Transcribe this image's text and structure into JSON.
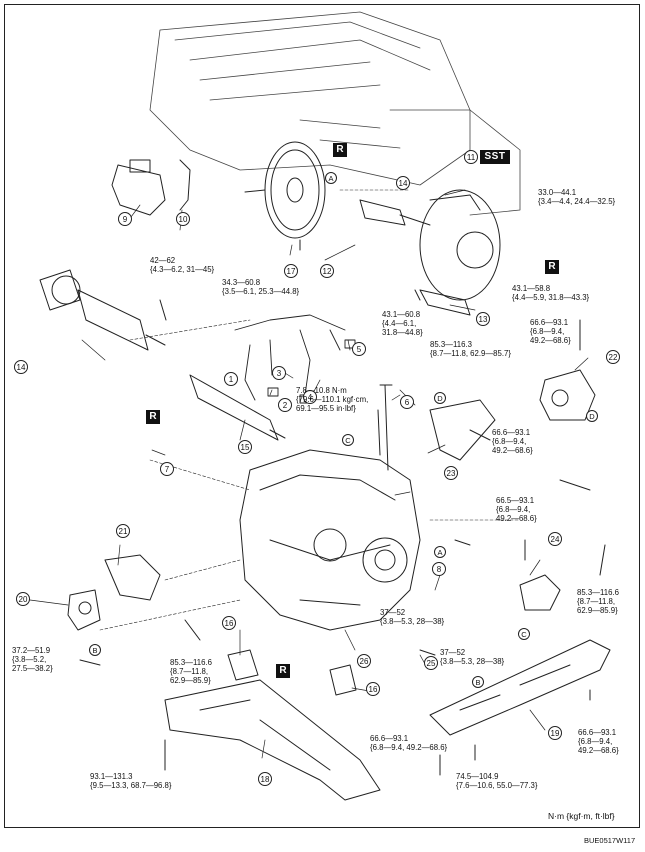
{
  "diagram": {
    "unit_note": "N·m {kgf·m, ft·lbf}",
    "figure_code": "BUE0517W117",
    "badges": {
      "r": "R",
      "sst": "SST"
    },
    "part_numbers": [
      "1",
      "2",
      "3",
      "4",
      "5",
      "6",
      "7",
      "8",
      "9",
      "10",
      "11",
      "12",
      "13",
      "14",
      "14",
      "15",
      "16",
      "16",
      "17",
      "18",
      "19",
      "20",
      "21",
      "22",
      "23",
      "24",
      "25",
      "26"
    ],
    "reference_letters": [
      "A",
      "A",
      "B",
      "B",
      "C",
      "C",
      "D",
      "D"
    ],
    "torques": {
      "t_42_62": [
        "42—62",
        "{4.3—6.2, 31—45}"
      ],
      "t_34_60_top": [
        "34.3—60.8",
        "{3.5—6.1, 25.3—44.8}"
      ],
      "t_33_44": [
        "33.0—44.1",
        "{3.4—4.4, 24.4—32.5}"
      ],
      "t_43_58": [
        "43.1—58.8",
        "{4.4—5.9, 31.8—43.3}"
      ],
      "t_43_60": [
        "43.1—60.8",
        "{4.4—6.1,",
        "31.8—44.8}"
      ],
      "t_66_upper": [
        "66.6—93.1",
        "{6.8—9.4,",
        "49.2—68.6}"
      ],
      "t_85_upper": [
        "85.3—116.3",
        "{8.7—11.8, 62.9—85.7}"
      ],
      "t_7_8": [
        "7.8—10.8 N·m",
        "{79.6—110.1 kgf·cm,",
        "69.1—95.5 in·lbf}"
      ],
      "t_66_mid": [
        "66.6—93.1",
        "{6.8—9.4,",
        "49.2—68.6}"
      ],
      "t_66_right": [
        "66.5—93.1",
        "{6.8—9.4,",
        "49.2—68.6}"
      ],
      "t_85_right": [
        "85.3—116.6",
        "{8.7—11.8,",
        "62.9—85.9}"
      ],
      "t_37_52_a": [
        "37—52",
        "{3.8—5.3, 28—38}"
      ],
      "t_37_52_b": [
        "37—52",
        "{3.8—5.3, 28—38}"
      ],
      "t_37_2": [
        "37.2—51.9",
        "{3.8—5.2,",
        "27.5—38.2}"
      ],
      "t_85_left": [
        "85.3—116.6",
        "{8.7—11.8,",
        "62.9—85.9}"
      ],
      "t_66_bottom": [
        "66.6—93.1",
        "{6.8—9.4, 49.2—68.6}"
      ],
      "t_66_br": [
        "66.6—93.1",
        "{6.8—9.4,",
        "49.2—68.6}"
      ],
      "t_93": [
        "93.1—131.3",
        "{9.5—13.3, 68.7—96.8}"
      ],
      "t_74": [
        "74.5—104.9",
        "{7.6—10.6, 55.0—77.3}"
      ]
    }
  }
}
